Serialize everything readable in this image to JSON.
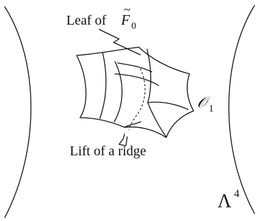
{
  "labels": {
    "leaf": "Leaf of",
    "leaf_symbol": "F",
    "leaf_tilde": "~",
    "leaf_subscript": "0",
    "orbifold": "𝒪",
    "orbifold_subscript": "1",
    "ridge": "Lift of a ridge",
    "lambda": "Λ",
    "lambda_superscript": "4"
  }
}
